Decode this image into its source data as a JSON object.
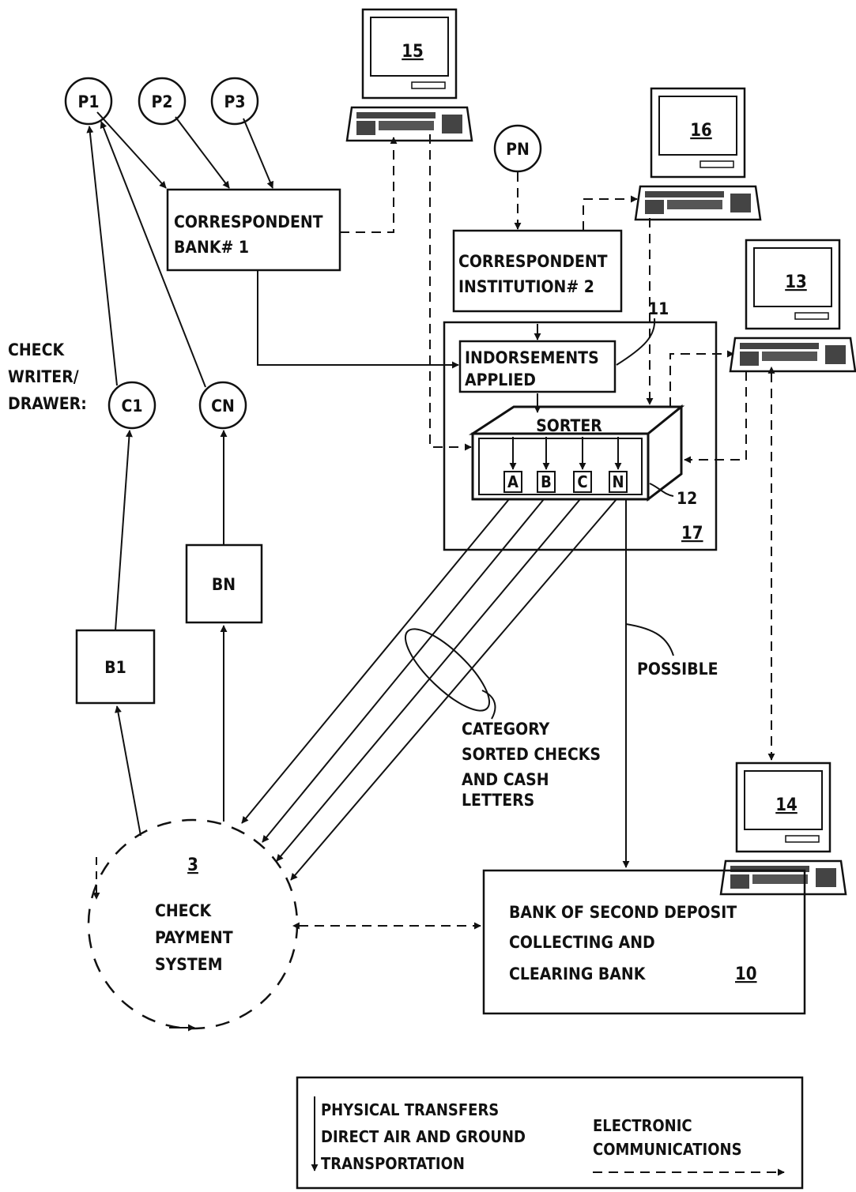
{
  "nodes": {
    "p1": "P1",
    "p2": "P2",
    "p3": "P3",
    "pn": "PN",
    "c1": "C1",
    "cn": "CN",
    "b1": "B1",
    "bn": "BN"
  },
  "check_writer_label": [
    "CHECK",
    "WRITER/",
    "DRAWER:"
  ],
  "correspondent_bank": [
    "CORRESPONDENT",
    "BANK# 1"
  ],
  "correspondent_institution": [
    "CORRESPONDENT",
    "INSTITUTION# 2"
  ],
  "indorsements": [
    "INDORSEMENTS",
    "APPLIED"
  ],
  "sorter": {
    "title": "SORTER",
    "bins": [
      "A",
      "B",
      "C",
      "N"
    ]
  },
  "refs": {
    "facility": "17",
    "indorser": "11",
    "sorter": "12",
    "system": "3",
    "bank": "10",
    "computer_13": "13",
    "computer_14": "14",
    "computer_15": "15",
    "computer_16": "16"
  },
  "possible": "POSSIBLE",
  "category_label": [
    "CATEGORY",
    "SORTED CHECKS",
    "AND CASH",
    "LETTERS"
  ],
  "check_payment_system": [
    "CHECK",
    "PAYMENT",
    "SYSTEM"
  ],
  "bank_second_deposit": [
    "BANK OF  SECOND DEPOSIT",
    "COLLECTING AND",
    "CLEARING BANK"
  ],
  "legend": {
    "physical": [
      "PHYSICAL TRANSFERS",
      "DIRECT AIR AND GROUND",
      "TRANSPORTATION"
    ],
    "electronic": [
      "ELECTRONIC",
      "COMMUNICATIONS"
    ]
  }
}
